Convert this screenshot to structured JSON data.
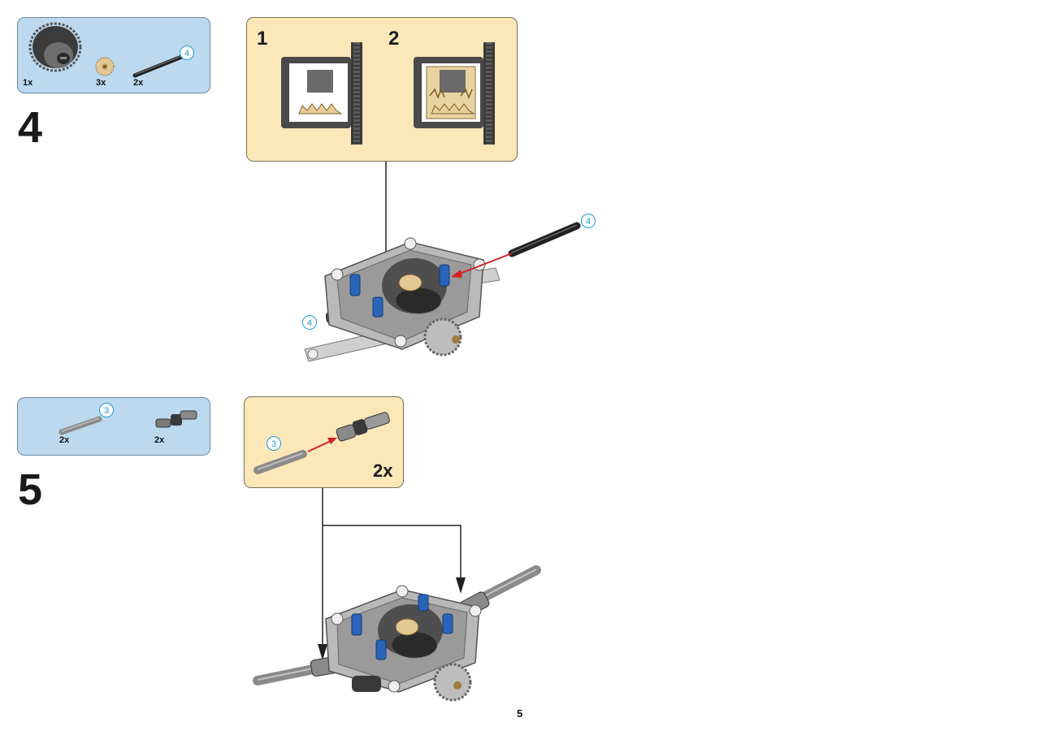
{
  "step4": {
    "number": "4",
    "parts": [
      {
        "name": "differential-housing",
        "qty": "1x"
      },
      {
        "name": "bevel-gear",
        "qty": "3x"
      },
      {
        "name": "axle",
        "qty": "2x",
        "length": "4"
      }
    ],
    "callout": {
      "sub1": "1",
      "sub2": "2"
    },
    "assembly_axle_length_right": "4",
    "assembly_axle_length_left": "4"
  },
  "step5": {
    "number": "5",
    "parts": [
      {
        "name": "axle",
        "qty": "2x",
        "length": "3"
      },
      {
        "name": "universal-joint",
        "qty": "2x"
      }
    ],
    "callout": {
      "axle_length": "3",
      "multiplier": "2x"
    }
  },
  "page_number": "5",
  "colors": {
    "parts_panel": "#bcd9ef",
    "callout_panel": "#fbe7b8",
    "arrow_red": "#d42027",
    "length_circle": "#1a9ad7",
    "brick_blue": "#2a64b8"
  }
}
